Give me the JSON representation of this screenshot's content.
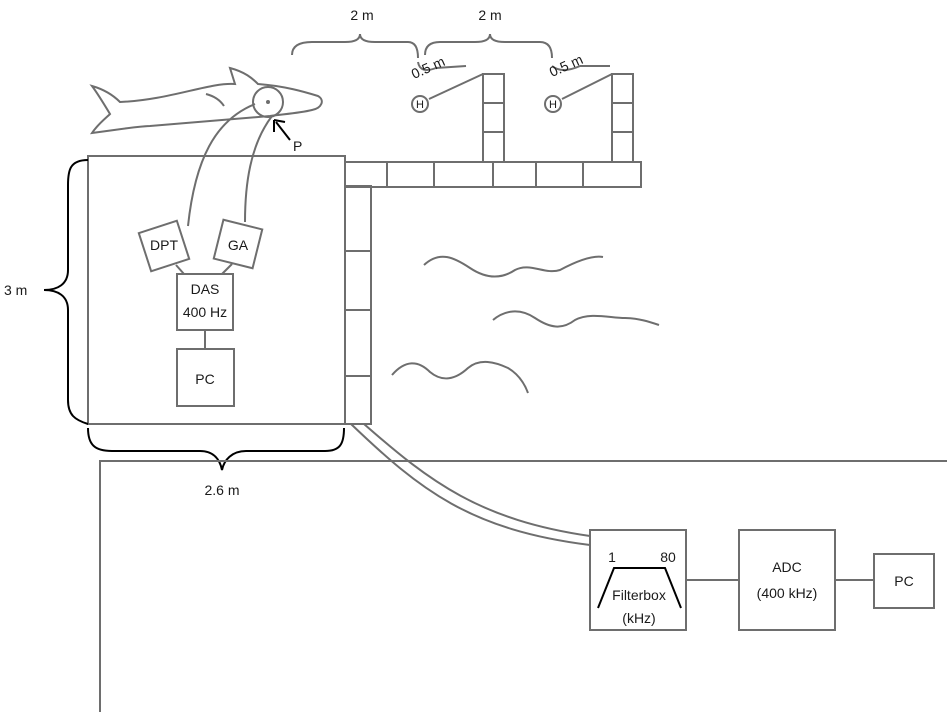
{
  "dimensions": {
    "pool_height": "3 m",
    "pool_width": "2.6 m",
    "hydrophone_spacing_1": "2 m",
    "hydrophone_spacing_2": "2 m",
    "hydrophone_offset_1": "0.5 m",
    "hydrophone_offset_2": "0.5 m"
  },
  "labels": {
    "pressure_point": "P",
    "hydrophone_1": "H",
    "hydrophone_2": "H"
  },
  "pool_equipment": {
    "dpt": "DPT",
    "ga": "GA",
    "das_line1": "DAS",
    "das_line2": "400 Hz",
    "pc": "PC"
  },
  "recording_chain": {
    "filter_low": "1",
    "filter_high": "80",
    "filter_label": "Filterbox",
    "filter_unit": "(kHz)",
    "adc_line1": "ADC",
    "adc_line2": "(400 kHz)",
    "pc": "PC"
  },
  "colors": {
    "line": "#6e6e6e",
    "bracket": "#000000"
  }
}
